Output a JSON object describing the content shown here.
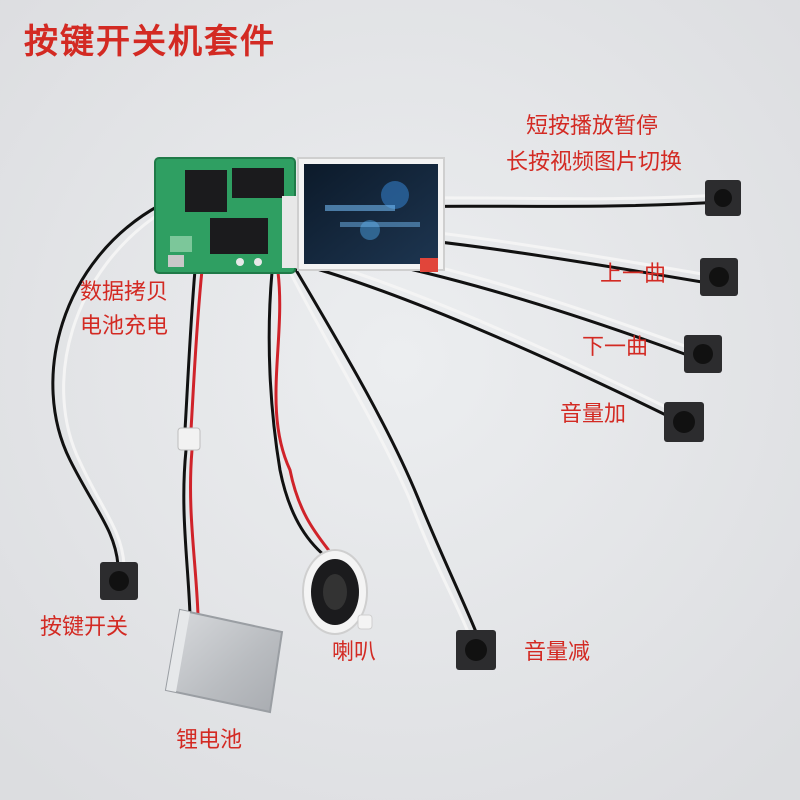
{
  "title": "按键开关机套件",
  "labels": {
    "play_pause": "短按播放暂停",
    "long_press": "长按视频图片切换",
    "prev_track": "上一曲",
    "next_track": "下一曲",
    "volume_up": "音量加",
    "volume_down": "音量减",
    "data_copy": "数据拷贝",
    "charging": "电池充电",
    "power_switch": "按键开关",
    "speaker": "喇叭",
    "battery": "锂电池"
  },
  "colors": {
    "label": "#d32a23",
    "background": "#e6e7e9",
    "pcb": "#2f9f62",
    "battery": "#c7c9cc"
  }
}
